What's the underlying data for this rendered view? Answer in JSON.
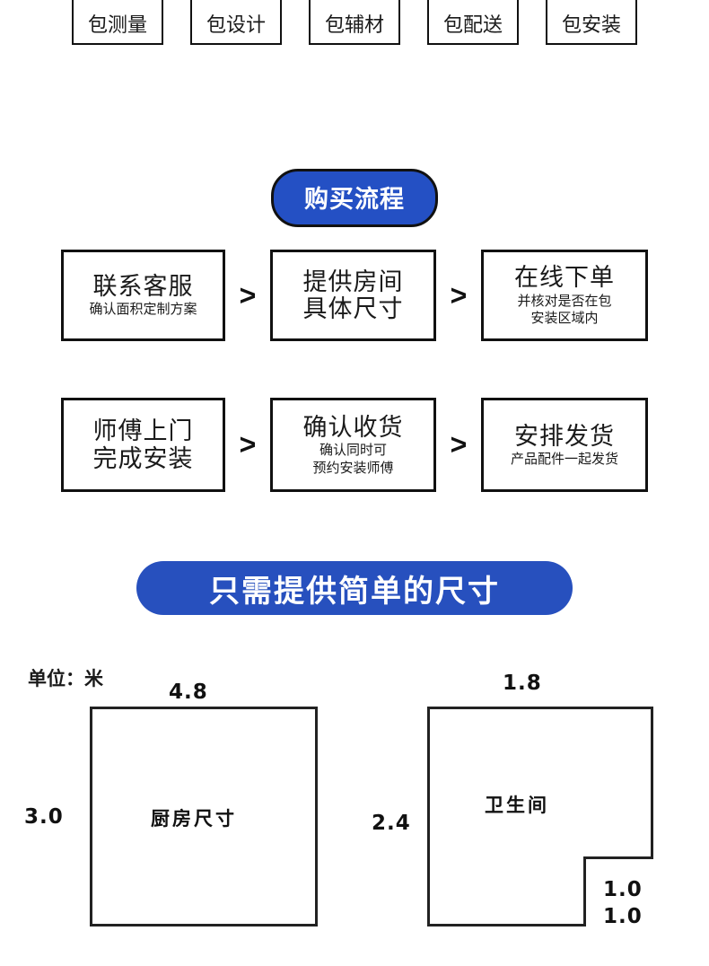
{
  "service_row": {
    "items": [
      {
        "label": "包测量",
        "icon": "ruler-icon"
      },
      {
        "label": "包设计",
        "icon": "bar-icon"
      },
      {
        "label": "包辅材",
        "icon": "dots-icon"
      },
      {
        "label": "包配送",
        "icon": "truck-icon"
      },
      {
        "label": "包安装",
        "icon": "tool-icon"
      }
    ]
  },
  "section": {
    "purchase_flow_title": "购买流程",
    "banner_title": "只需提供简单的尺寸",
    "accent_blue": "#2450c4",
    "banner_blue": "#2750be",
    "border_black": "#111111"
  },
  "flow": {
    "arrow_glyph": ">",
    "row1": [
      {
        "title": "联系客服",
        "sub": [
          "确认面积定制方案"
        ]
      },
      {
        "title": "提供房间\n具体尺寸",
        "line1": "提供房间",
        "line2": "具体尺寸",
        "sub": []
      },
      {
        "title": "在线下单",
        "sub": [
          "并核对是否在包",
          "安装区域内"
        ]
      }
    ],
    "row2": [
      {
        "line1": "师傅上门",
        "line2": "完成安装",
        "sub": []
      },
      {
        "title": "确认收货",
        "sub": [
          "确认同时可",
          "预约安装师傅"
        ]
      },
      {
        "title": "安排发货",
        "sub": [
          "产品配件一起发货"
        ]
      }
    ]
  },
  "diagrams": {
    "unit_label": "单位：米",
    "kitchen": {
      "name": "厨房尺寸",
      "top_dim": "4.8",
      "left_dim": "3.0"
    },
    "bathroom": {
      "name": "卫生间",
      "top_dim": "1.8",
      "left_dim": "2.4",
      "notch_dim_vertical": "1.0",
      "notch_dim_horizontal": "1.0"
    }
  }
}
